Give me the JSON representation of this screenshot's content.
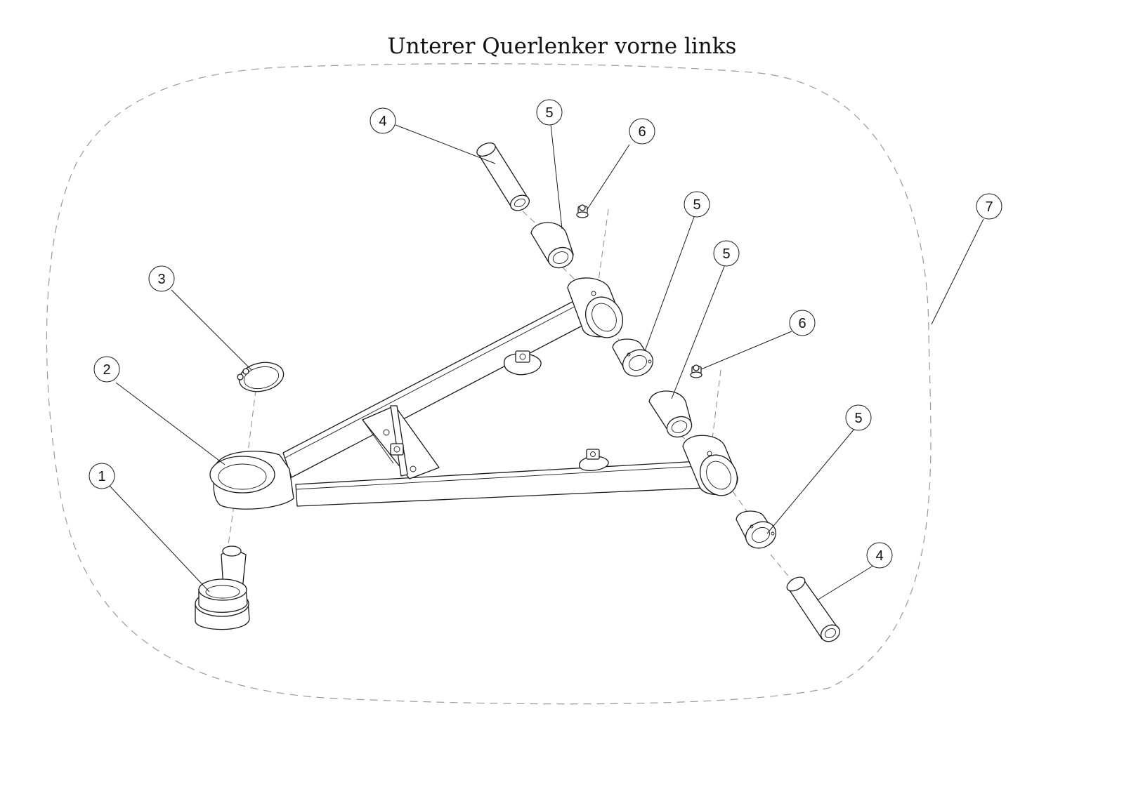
{
  "title": "Unterer Querlenker vorne links",
  "colors": {
    "line": "#1a1a1a",
    "centerline": "#8a8a8a",
    "boundary": "#9a9a9a"
  },
  "callouts": [
    {
      "id": "c1",
      "number": "1"
    },
    {
      "id": "c2",
      "number": "2"
    },
    {
      "id": "c3",
      "number": "3"
    },
    {
      "id": "c4a",
      "number": "4"
    },
    {
      "id": "c4b",
      "number": "4"
    },
    {
      "id": "c5a",
      "number": "5"
    },
    {
      "id": "c5b",
      "number": "5"
    },
    {
      "id": "c5c",
      "number": "5"
    },
    {
      "id": "c5d",
      "number": "5"
    },
    {
      "id": "c6a",
      "number": "6"
    },
    {
      "id": "c6b",
      "number": "6"
    },
    {
      "id": "c7",
      "number": "7"
    }
  ]
}
